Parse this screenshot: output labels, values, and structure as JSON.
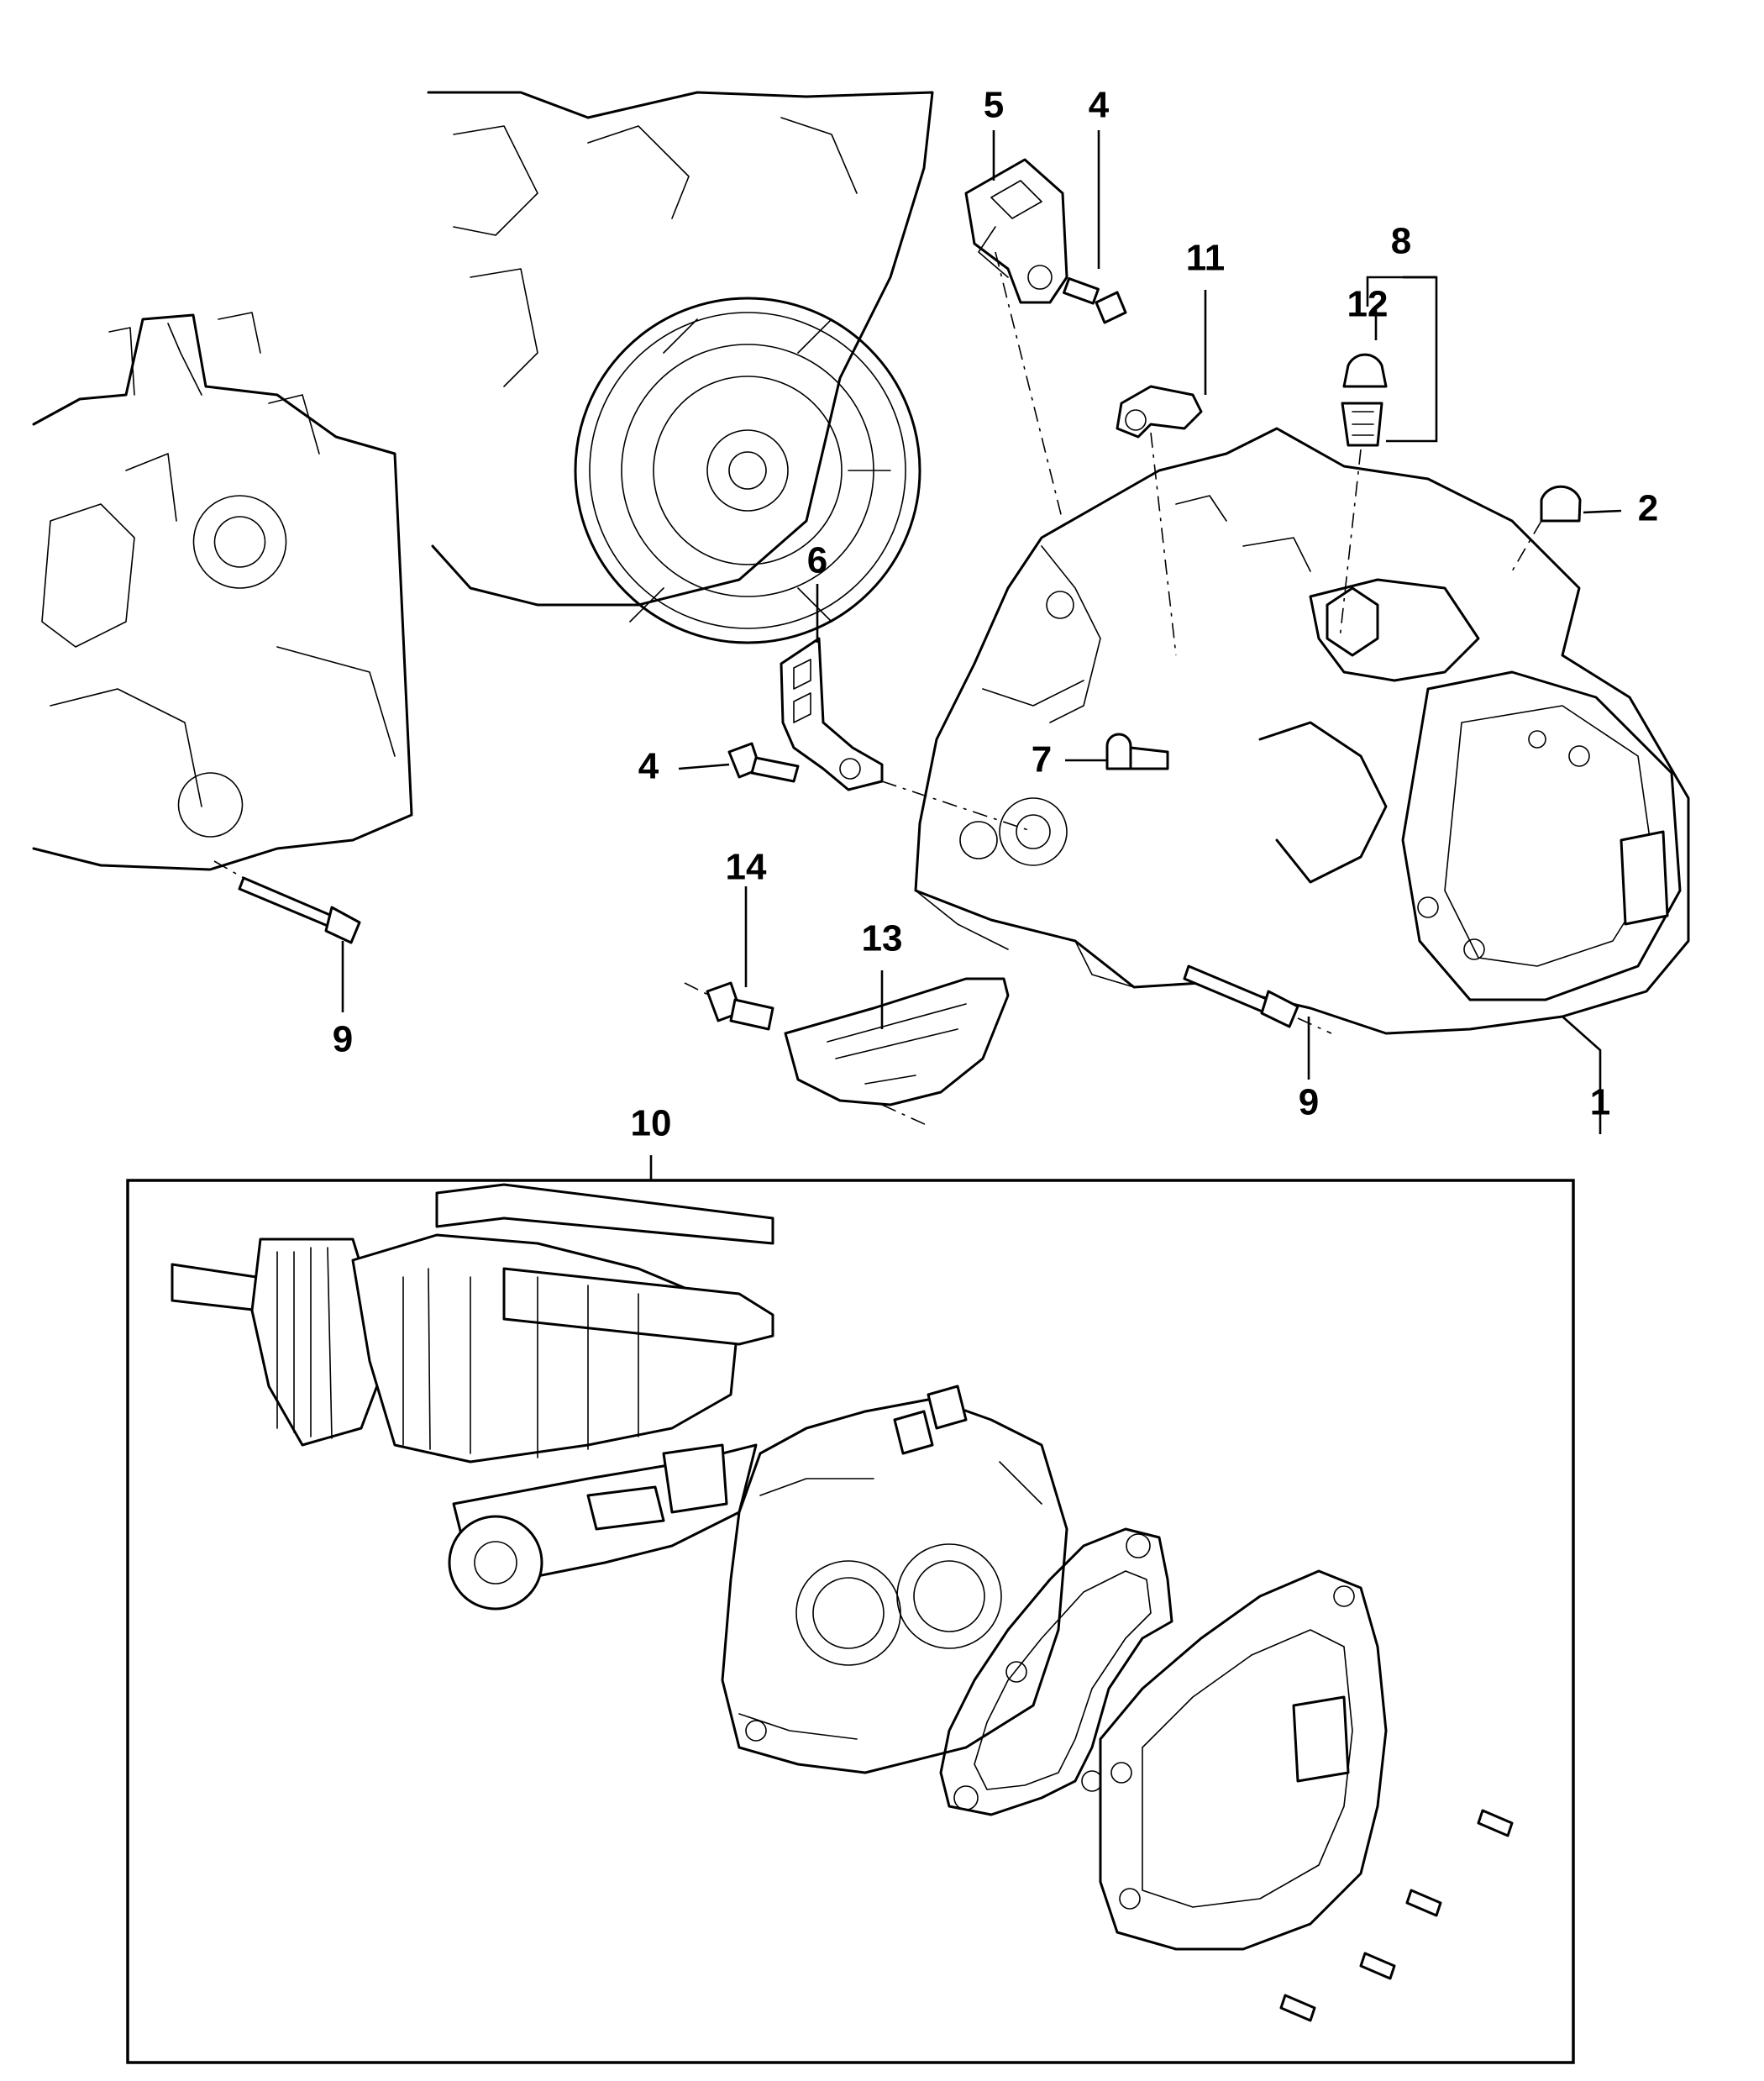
{
  "diagram": {
    "callouts": [
      {
        "id": "c1",
        "label": "1"
      },
      {
        "id": "c2",
        "label": "2"
      },
      {
        "id": "c4a",
        "label": "4"
      },
      {
        "id": "c4b",
        "label": "4"
      },
      {
        "id": "c5",
        "label": "5"
      },
      {
        "id": "c6",
        "label": "6"
      },
      {
        "id": "c7",
        "label": "7"
      },
      {
        "id": "c8",
        "label": "8"
      },
      {
        "id": "c9a",
        "label": "9"
      },
      {
        "id": "c9b",
        "label": "9"
      },
      {
        "id": "c10",
        "label": "10"
      },
      {
        "id": "c11",
        "label": "11"
      },
      {
        "id": "c12",
        "label": "12"
      },
      {
        "id": "c13",
        "label": "13"
      },
      {
        "id": "c14",
        "label": "14"
      }
    ]
  }
}
